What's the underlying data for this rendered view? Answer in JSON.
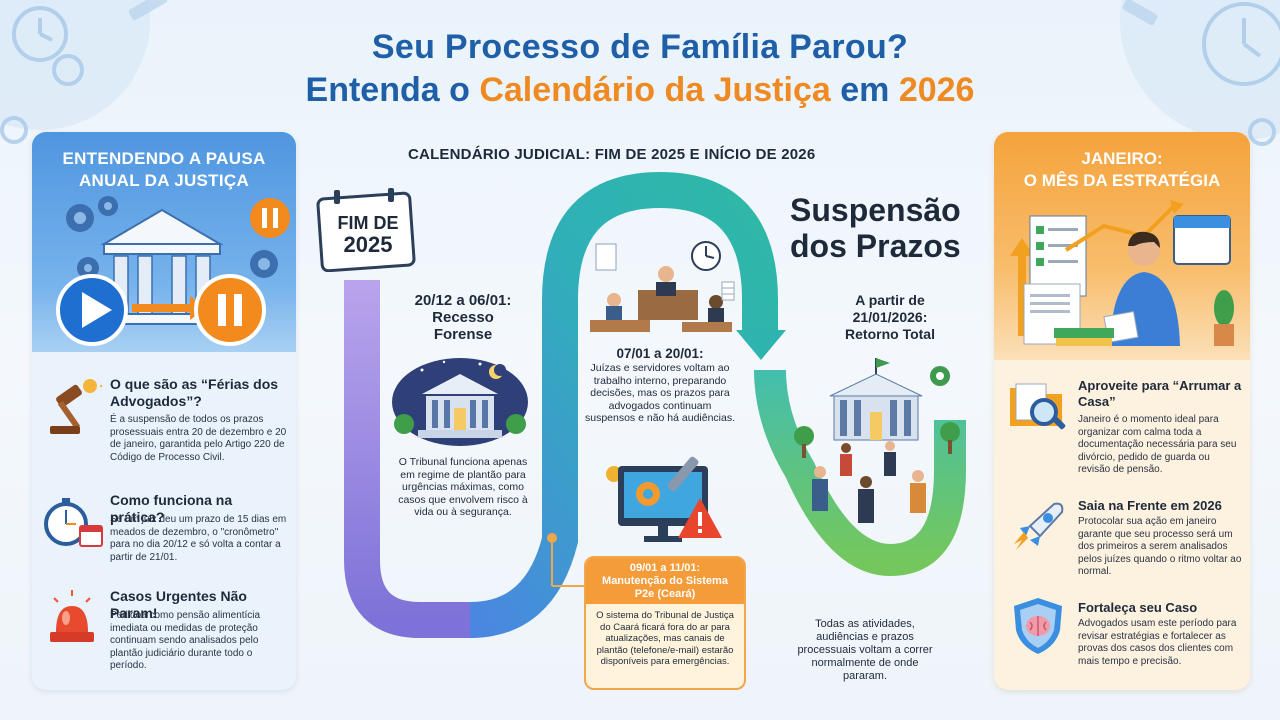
{
  "header": {
    "title_line1": "Seu Processo de Família Parou?",
    "title_line2_a": "Entenda o ",
    "title_line2_b": "Calendário da Justiça",
    "title_line2_c": " em ",
    "title_line2_d": "2026"
  },
  "left_panel": {
    "title_1": "ENTENDENDO A PAUSA",
    "title_2": "ANUAL DA JUSTIÇA",
    "items": [
      {
        "title": "O que são as “Férias dos Advogados”?",
        "text": "É a suspensão de todos os prazos prosessuais entra 20 de dezembro e 20 de janeiro, garantida pelo Artigo 220 de Código de Processo Civil.",
        "icon": "gavel-icon"
      },
      {
        "title": "Como funciona na prática?",
        "text": "Se um juiz deu um prazo de 15 dias em meados de dezembro, o \"cronômetro\" para no dia 20/12 e só volta a contar a partir de 21/01.",
        "icon": "stopwatch-icon"
      },
      {
        "title": "Casos Urgentes Não Param!",
        "text": "Pedidoa como pensão alimentícia imediata ou medidas de proteção continuam sendo analisados pelo plantão judiciário durante todo o período.",
        "icon": "siren-icon"
      }
    ]
  },
  "center": {
    "calendar_title": "CALENDÁRIO JUDICIAL: FIM DE 2025 E INÍCIO DE 2026",
    "cal_label_1": "FIM DE",
    "cal_label_2": "2025",
    "recesso_date": "20/12 a 06/01:",
    "recesso_title_1": "Recesso",
    "recesso_title_2": "Forense",
    "recesso_text": "O Tribunal funciona apenas em regime de plantão para urgências máximas, como casos que envolvem risco à vida ou à segurança.",
    "interno_title": "07/01 a 20/01:",
    "interno_text": "Juízas e servidores voltam ao trabalho interno, preparando decisões, mas os prazos para advogados continuam suspensos e não há audiências.",
    "manut_title_1": "09/01 a 11/01:",
    "manut_title_2": "Manutenção do Sistema",
    "manut_title_3": "P2e (Ceará)",
    "manut_text": "O sistema do Tribunal de Justiça do Caará ficará fora do ar para atualizações, mas canais de plantão (telefone/e-mail) estarão disponíveis para emergências.",
    "susp_title_1": "Suspensão",
    "susp_title_2": "dos Prazos",
    "retorno_1": "A partir de",
    "retorno_2": "21/01/2026:",
    "retorno_3": "Retorno Total",
    "retorno_text": "Todas as atividades, audiências e prazos processuais voltam a correr normalmente de onde pararam."
  },
  "right_panel": {
    "title_1": "JANEIRO:",
    "title_2": "O MÊS DA ESTRATÉGIA",
    "items": [
      {
        "title": "Aproveite para “Arrumar a Casa”",
        "text": "Janeiro é o momento ideal para organizar com calma toda a documentação necessária para seu divórcio, pedido de guarda ou revisão de pensão.",
        "icon": "folder-search-icon"
      },
      {
        "title": "Saia na Frente em 2026",
        "text": "Protocolar sua ação em janeiro garante que seu processo será um dos primeiros a serem analisados pelos juízes quando o ritmo voltar ao normal.",
        "icon": "rocket-icon"
      },
      {
        "title": "Fortaleça seu Caso",
        "text": "Advogados usam este período para revisar estratégias e fortalecer as provas dos casos dos clientes com mais tempo e precisão.",
        "icon": "brain-shield-icon"
      }
    ]
  },
  "colors": {
    "primary_blue": "#1f5fa8",
    "accent_orange": "#ef8a22",
    "purple": "#8b78d8",
    "teal": "#2bb3a6",
    "green": "#5cbf4a"
  }
}
